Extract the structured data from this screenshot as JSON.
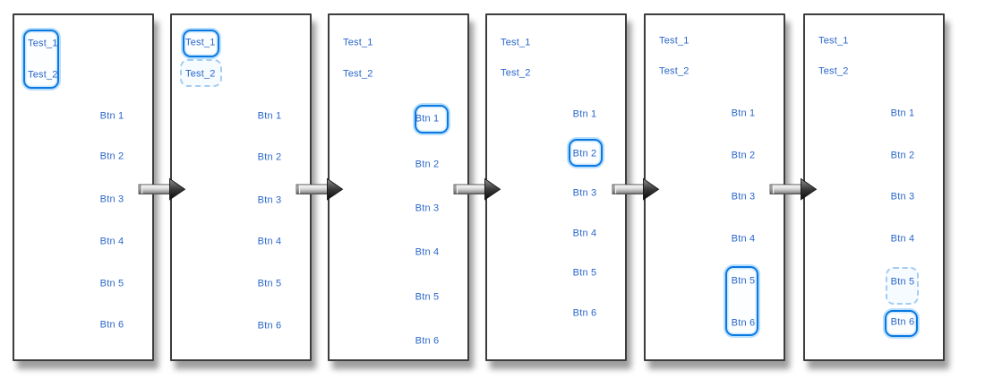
{
  "colors": {
    "label_blue": "#2b67c9",
    "focus_ring_blue": "#0a79e0",
    "focus_ring_glow": "#7dc3ff",
    "pending_ring_blue": "#a4cdf1",
    "panel_border": "#3d3d3d",
    "arrow_head_dark": "#0a0a0a",
    "arrow_shaft_light": "#ffffff"
  },
  "icons": {
    "next_step_arrow": "right-arrow"
  },
  "steps": [
    {
      "texts": [
        "Test_1",
        "Test_2"
      ],
      "buttons": [
        "Btn 1",
        "Btn 2",
        "Btn 3",
        "Btn 4",
        "Btn 5",
        "Btn 6"
      ],
      "focus_rings": [
        {
          "style": "solid",
          "around": [
            "Test_1",
            "Test_2"
          ]
        }
      ]
    },
    {
      "texts": [
        "Test_1",
        "Test_2"
      ],
      "buttons": [
        "Btn 1",
        "Btn 2",
        "Btn 3",
        "Btn 4",
        "Btn 5",
        "Btn 6"
      ],
      "focus_rings": [
        {
          "style": "solid",
          "around": [
            "Test_1"
          ]
        },
        {
          "style": "dashed",
          "around": [
            "Test_2"
          ]
        }
      ]
    },
    {
      "texts": [
        "Test_1",
        "Test_2"
      ],
      "buttons": [
        "Btn 1",
        "Btn 2",
        "Btn 3",
        "Btn 4",
        "Btn 5",
        "Btn 6"
      ],
      "focus_rings": [
        {
          "style": "solid",
          "around": [
            "Btn 1"
          ]
        }
      ]
    },
    {
      "texts": [
        "Test_1",
        "Test_2"
      ],
      "buttons": [
        "Btn 1",
        "Btn 2",
        "Btn 3",
        "Btn 4",
        "Btn 5",
        "Btn 6"
      ],
      "focus_rings": [
        {
          "style": "solid",
          "around": [
            "Btn 2"
          ]
        }
      ]
    },
    {
      "texts": [
        "Test_1",
        "Test_2"
      ],
      "buttons": [
        "Btn 1",
        "Btn 2",
        "Btn 3",
        "Btn 4",
        "Btn 5",
        "Btn 6"
      ],
      "focus_rings": [
        {
          "style": "solid",
          "around": [
            "Btn 5",
            "Btn 6"
          ]
        }
      ]
    },
    {
      "texts": [
        "Test_1",
        "Test_2"
      ],
      "buttons": [
        "Btn 1",
        "Btn 2",
        "Btn 3",
        "Btn 4",
        "Btn 5",
        "Btn 6"
      ],
      "focus_rings": [
        {
          "style": "dashed",
          "around": [
            "Btn 5"
          ]
        },
        {
          "style": "solid",
          "around": [
            "Btn 6"
          ]
        }
      ]
    }
  ]
}
